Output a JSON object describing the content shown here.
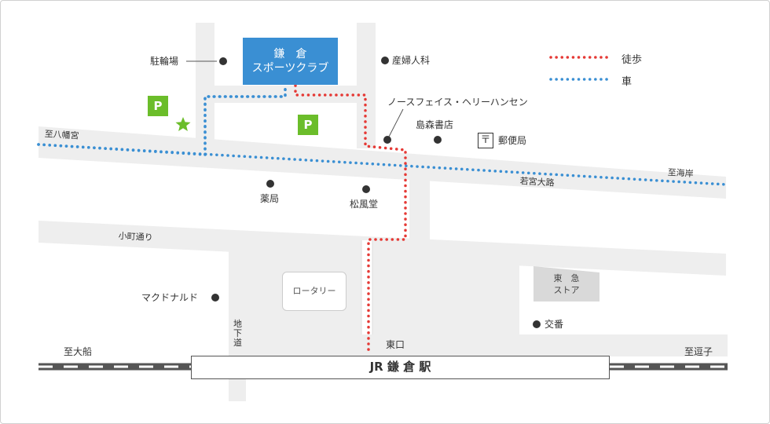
{
  "colors": {
    "walk": "#e53935",
    "car": "#3a8fd3",
    "road": "#eeeeee",
    "club": "#3a8fd3",
    "parking": "#6bbd2a",
    "star": "#6bbd2a"
  },
  "legend": {
    "walk": "徒歩",
    "car": "車"
  },
  "club": {
    "line1": "鎌　倉",
    "line2": "スポーツクラブ"
  },
  "parking_label": "P",
  "roads": {
    "wakamiya": "若宮大路",
    "komachi": "小町通り",
    "underpass": "地下道"
  },
  "directions": {
    "yahata": "至八幡宮",
    "kaigan": "至海岸",
    "ofuna": "至大船",
    "zushi": "至逗子"
  },
  "places": {
    "bicycle": "駐輪場",
    "obstetrics": "産婦人科",
    "northface": "ノースフェイス・ヘリーハンセン",
    "bookstore": "島森書店",
    "post_mark": "〒",
    "post_office": "郵便局",
    "pharmacy": "薬局",
    "shofudo": "松風堂",
    "mcdonalds": "マクドナルド",
    "rotary": "ロータリー",
    "tokyu_line1": "東　急",
    "tokyu_line2": "ストア",
    "police_box": "交番",
    "east_exit": "東口"
  },
  "station": "JR 鎌 倉 駅"
}
